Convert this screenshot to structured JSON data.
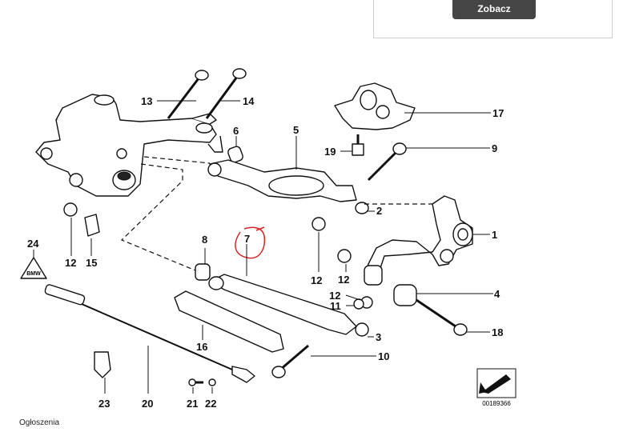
{
  "ad": {
    "button_label": "Zobacz"
  },
  "footer": {
    "label": "Ogłoszenia"
  },
  "diagram": {
    "reference_number": "00189366",
    "handwritten_annotation": "7",
    "callouts": [
      "1",
      "2",
      "3",
      "4",
      "5",
      "6",
      "7",
      "8",
      "9",
      "10",
      "11",
      "12",
      "12",
      "12",
      "12",
      "13",
      "14",
      "15",
      "16",
      "17",
      "18",
      "19",
      "20",
      "21",
      "22",
      "23",
      "24"
    ]
  }
}
